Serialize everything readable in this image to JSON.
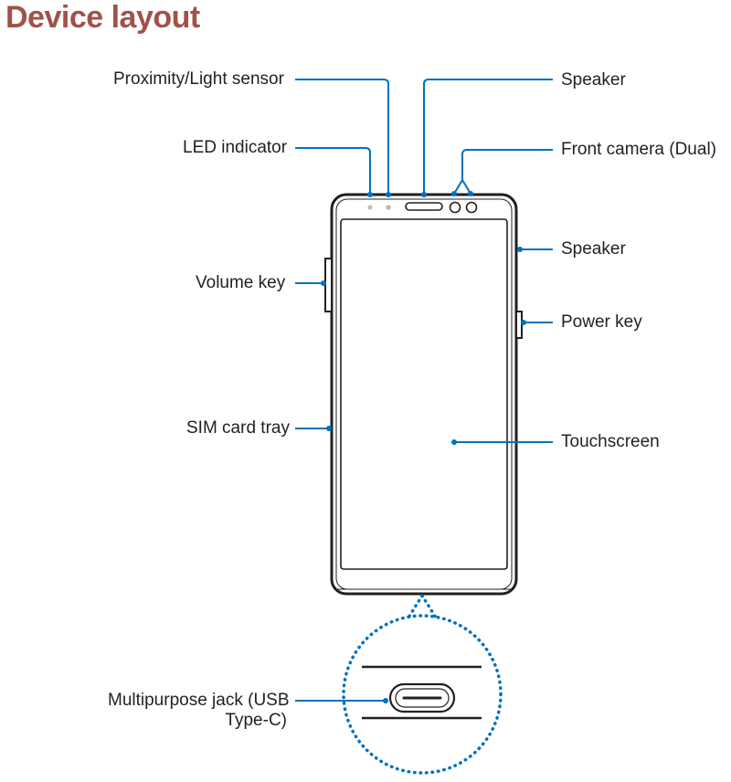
{
  "title": "Device layout",
  "labels": {
    "proximity_sensor": "Proximity/Light sensor",
    "led_indicator": "LED indicator",
    "volume_key": "Volume key",
    "sim_card_tray": "SIM card tray",
    "multipurpose_jack_line1": "Multipurpose jack (USB",
    "multipurpose_jack_line2": "Type-C)",
    "speaker_top": "Speaker",
    "front_camera": "Front camera (Dual)",
    "speaker_side": "Speaker",
    "power_key": "Power key",
    "touchscreen": "Touchscreen"
  },
  "colors": {
    "title": "#a0524a",
    "callout": "#0072bc",
    "device_outline": "#231f20"
  }
}
